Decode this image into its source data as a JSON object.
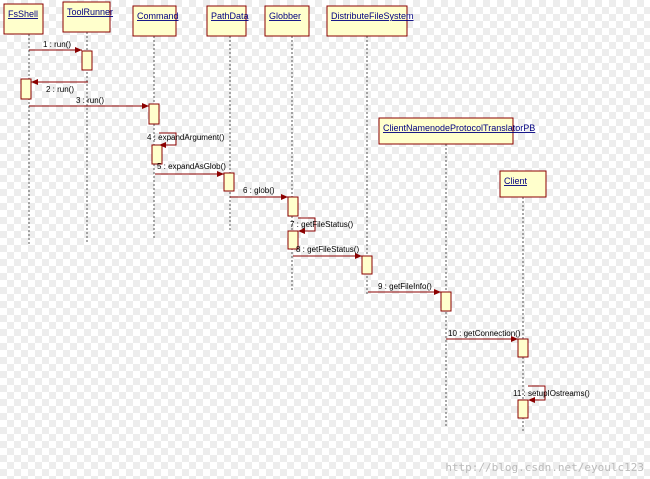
{
  "lifelines": [
    {
      "id": "fsshell",
      "label": "FsShell"
    },
    {
      "id": "toolrunner",
      "label": "ToolRunner"
    },
    {
      "id": "command",
      "label": "Command"
    },
    {
      "id": "pathdata",
      "label": "PathData"
    },
    {
      "id": "globber",
      "label": "Globber"
    },
    {
      "id": "dfs",
      "label": "DistributeFileSystem"
    },
    {
      "id": "translator",
      "label": "ClientNamenodeProtocolTranslatorPB"
    },
    {
      "id": "client",
      "label": "Client"
    }
  ],
  "messages": [
    {
      "label": "1 : run()"
    },
    {
      "label": "2 : run()"
    },
    {
      "label": "3 : run()"
    },
    {
      "label": "4 : expandArgument()"
    },
    {
      "label": "5 : expandAsGlob()"
    },
    {
      "label": "6 : glob()"
    },
    {
      "label": "7 : getFileStatus()"
    },
    {
      "label": "8 : getFileStatus()"
    },
    {
      "label": "9 : getFileInfo()"
    },
    {
      "label": "10 : getConnection()"
    },
    {
      "label": "11 : setupIOstreams()"
    }
  ],
  "watermark": "http://blog.csdn.net/eyoulc123"
}
